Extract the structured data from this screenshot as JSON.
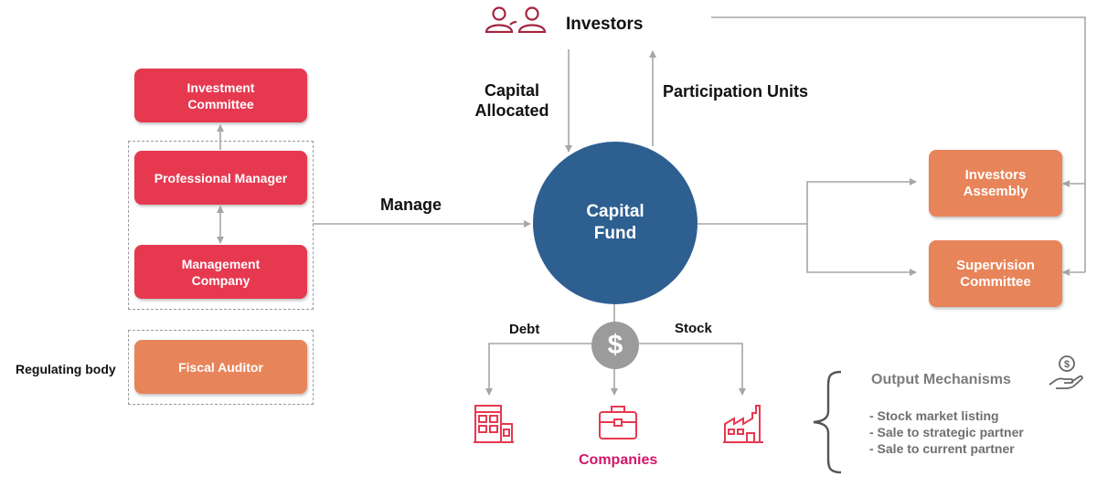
{
  "investors": {
    "label": "Investors"
  },
  "flows": {
    "capital_allocated": "Capital\nAllocated",
    "participation_units": "Participation Units",
    "manage": "Manage",
    "debt": "Debt",
    "stock": "Stock"
  },
  "left": {
    "investment_committee": "Investment\nCommittee",
    "professional_manager": "Professional Manager",
    "management_company": "Management\nCompany",
    "fiscal_auditor": "Fiscal Auditor",
    "regulating_body": "Regulating body"
  },
  "center": {
    "capital_fund": "Capital\nFund",
    "dollar_symbol": "$"
  },
  "right": {
    "investors_assembly": "Investors\nAssembly",
    "supervision_committee": "Supervision\nCommittee"
  },
  "bottom": {
    "companies": "Companies"
  },
  "output": {
    "title": "Output Mechanisms",
    "items": [
      "- Stock market listing",
      "- Sale to strategic partner",
      "- Sale to current partner"
    ]
  },
  "colors": {
    "red": "#e63950",
    "orange": "#e8845a",
    "fund_blue": "#2e5f91",
    "icon_red": "#e63950",
    "companies_text": "#d1166b",
    "arrow_grey": "#a6a6a6"
  },
  "icons": {
    "investors": "people-icon",
    "building": "building-icon",
    "briefcase": "briefcase-icon",
    "factory": "factory-icon",
    "money_hand": "money-hand-icon"
  }
}
